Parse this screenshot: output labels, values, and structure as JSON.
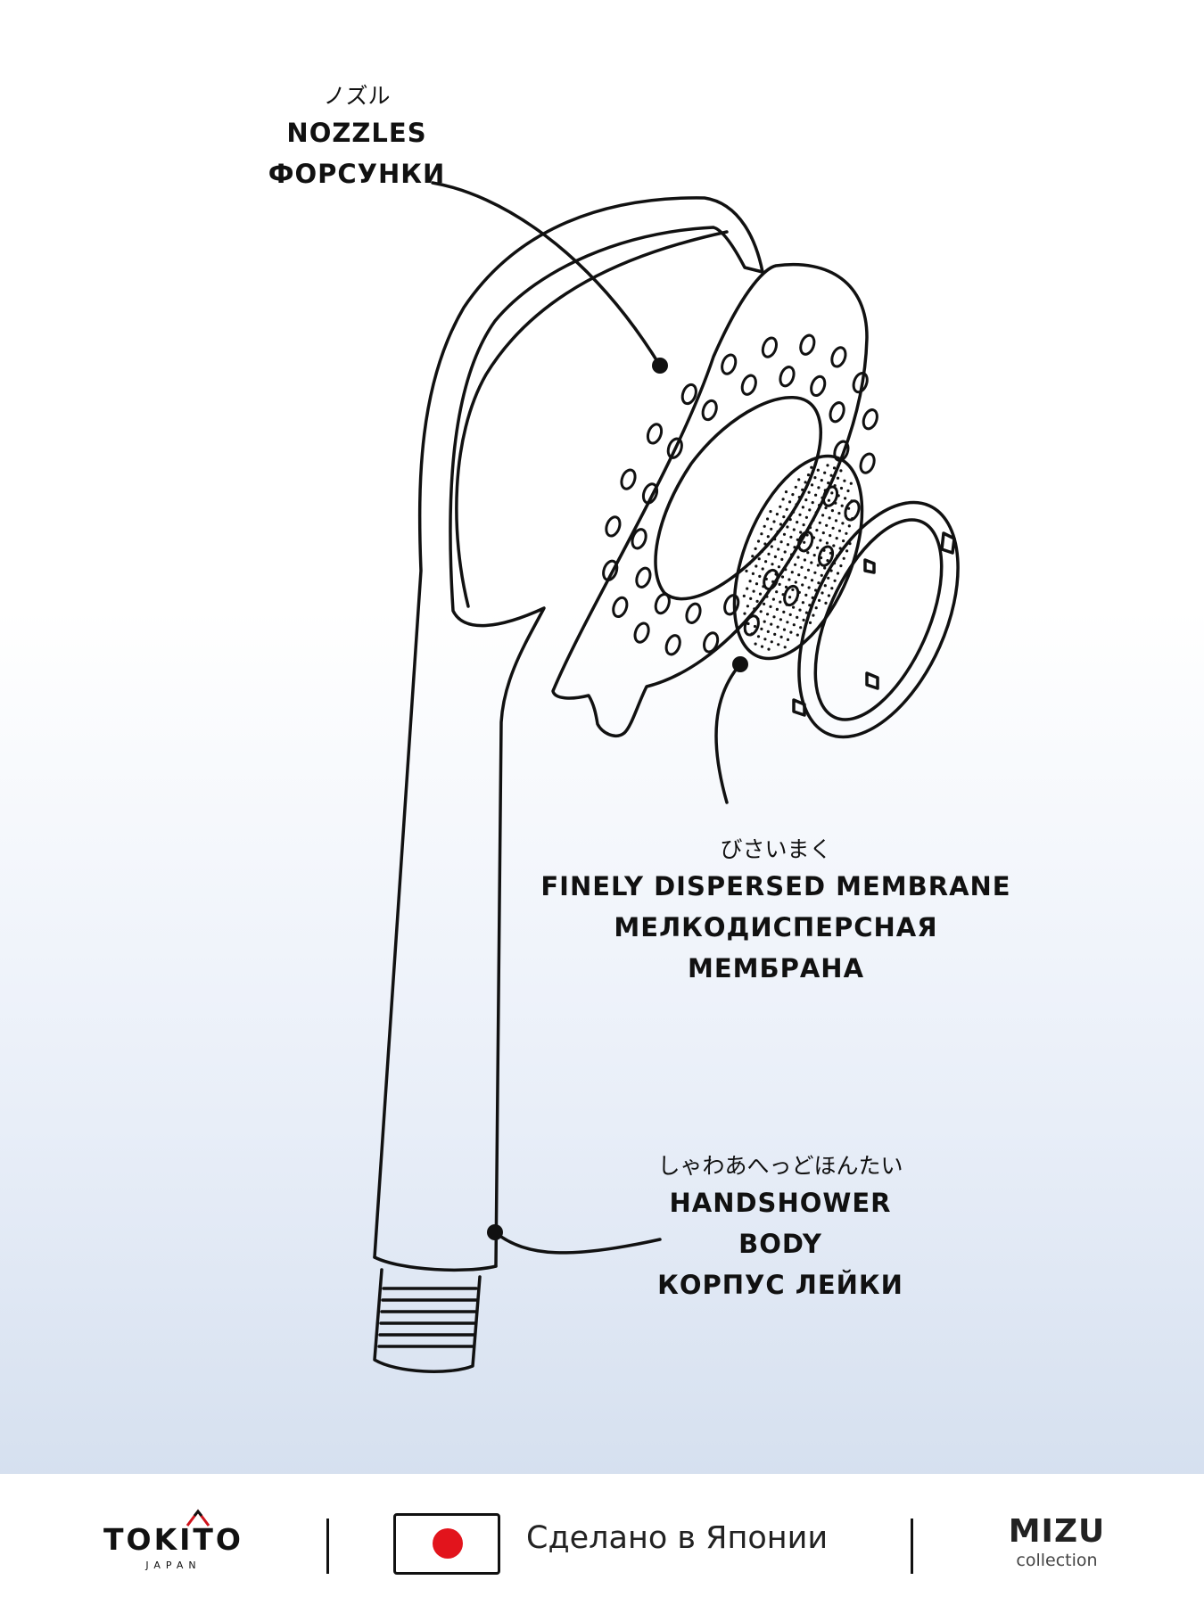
{
  "callouts": {
    "nozzles": {
      "jp": "ノズル",
      "en": "NOZZLES",
      "ru": "ФОРСУНКИ"
    },
    "membrane": {
      "jp": "びさいまく",
      "en": "FINELY DISPERSED MEMBRANE",
      "ru_line1": "МЕЛКОДИСПЕРСНАЯ",
      "ru_line2": "МЕМБРАНА"
    },
    "body": {
      "jp": "しゃわあへっどほんたい",
      "en": "HANDSHOWER BODY",
      "ru": "КОРПУС ЛЕЙКИ"
    }
  },
  "footer": {
    "brand": "TOKITO",
    "brand_sub": "JAPAN",
    "made_in": "Сделано в Японии",
    "collection_name": "MIZU",
    "collection_sub": "collection"
  }
}
